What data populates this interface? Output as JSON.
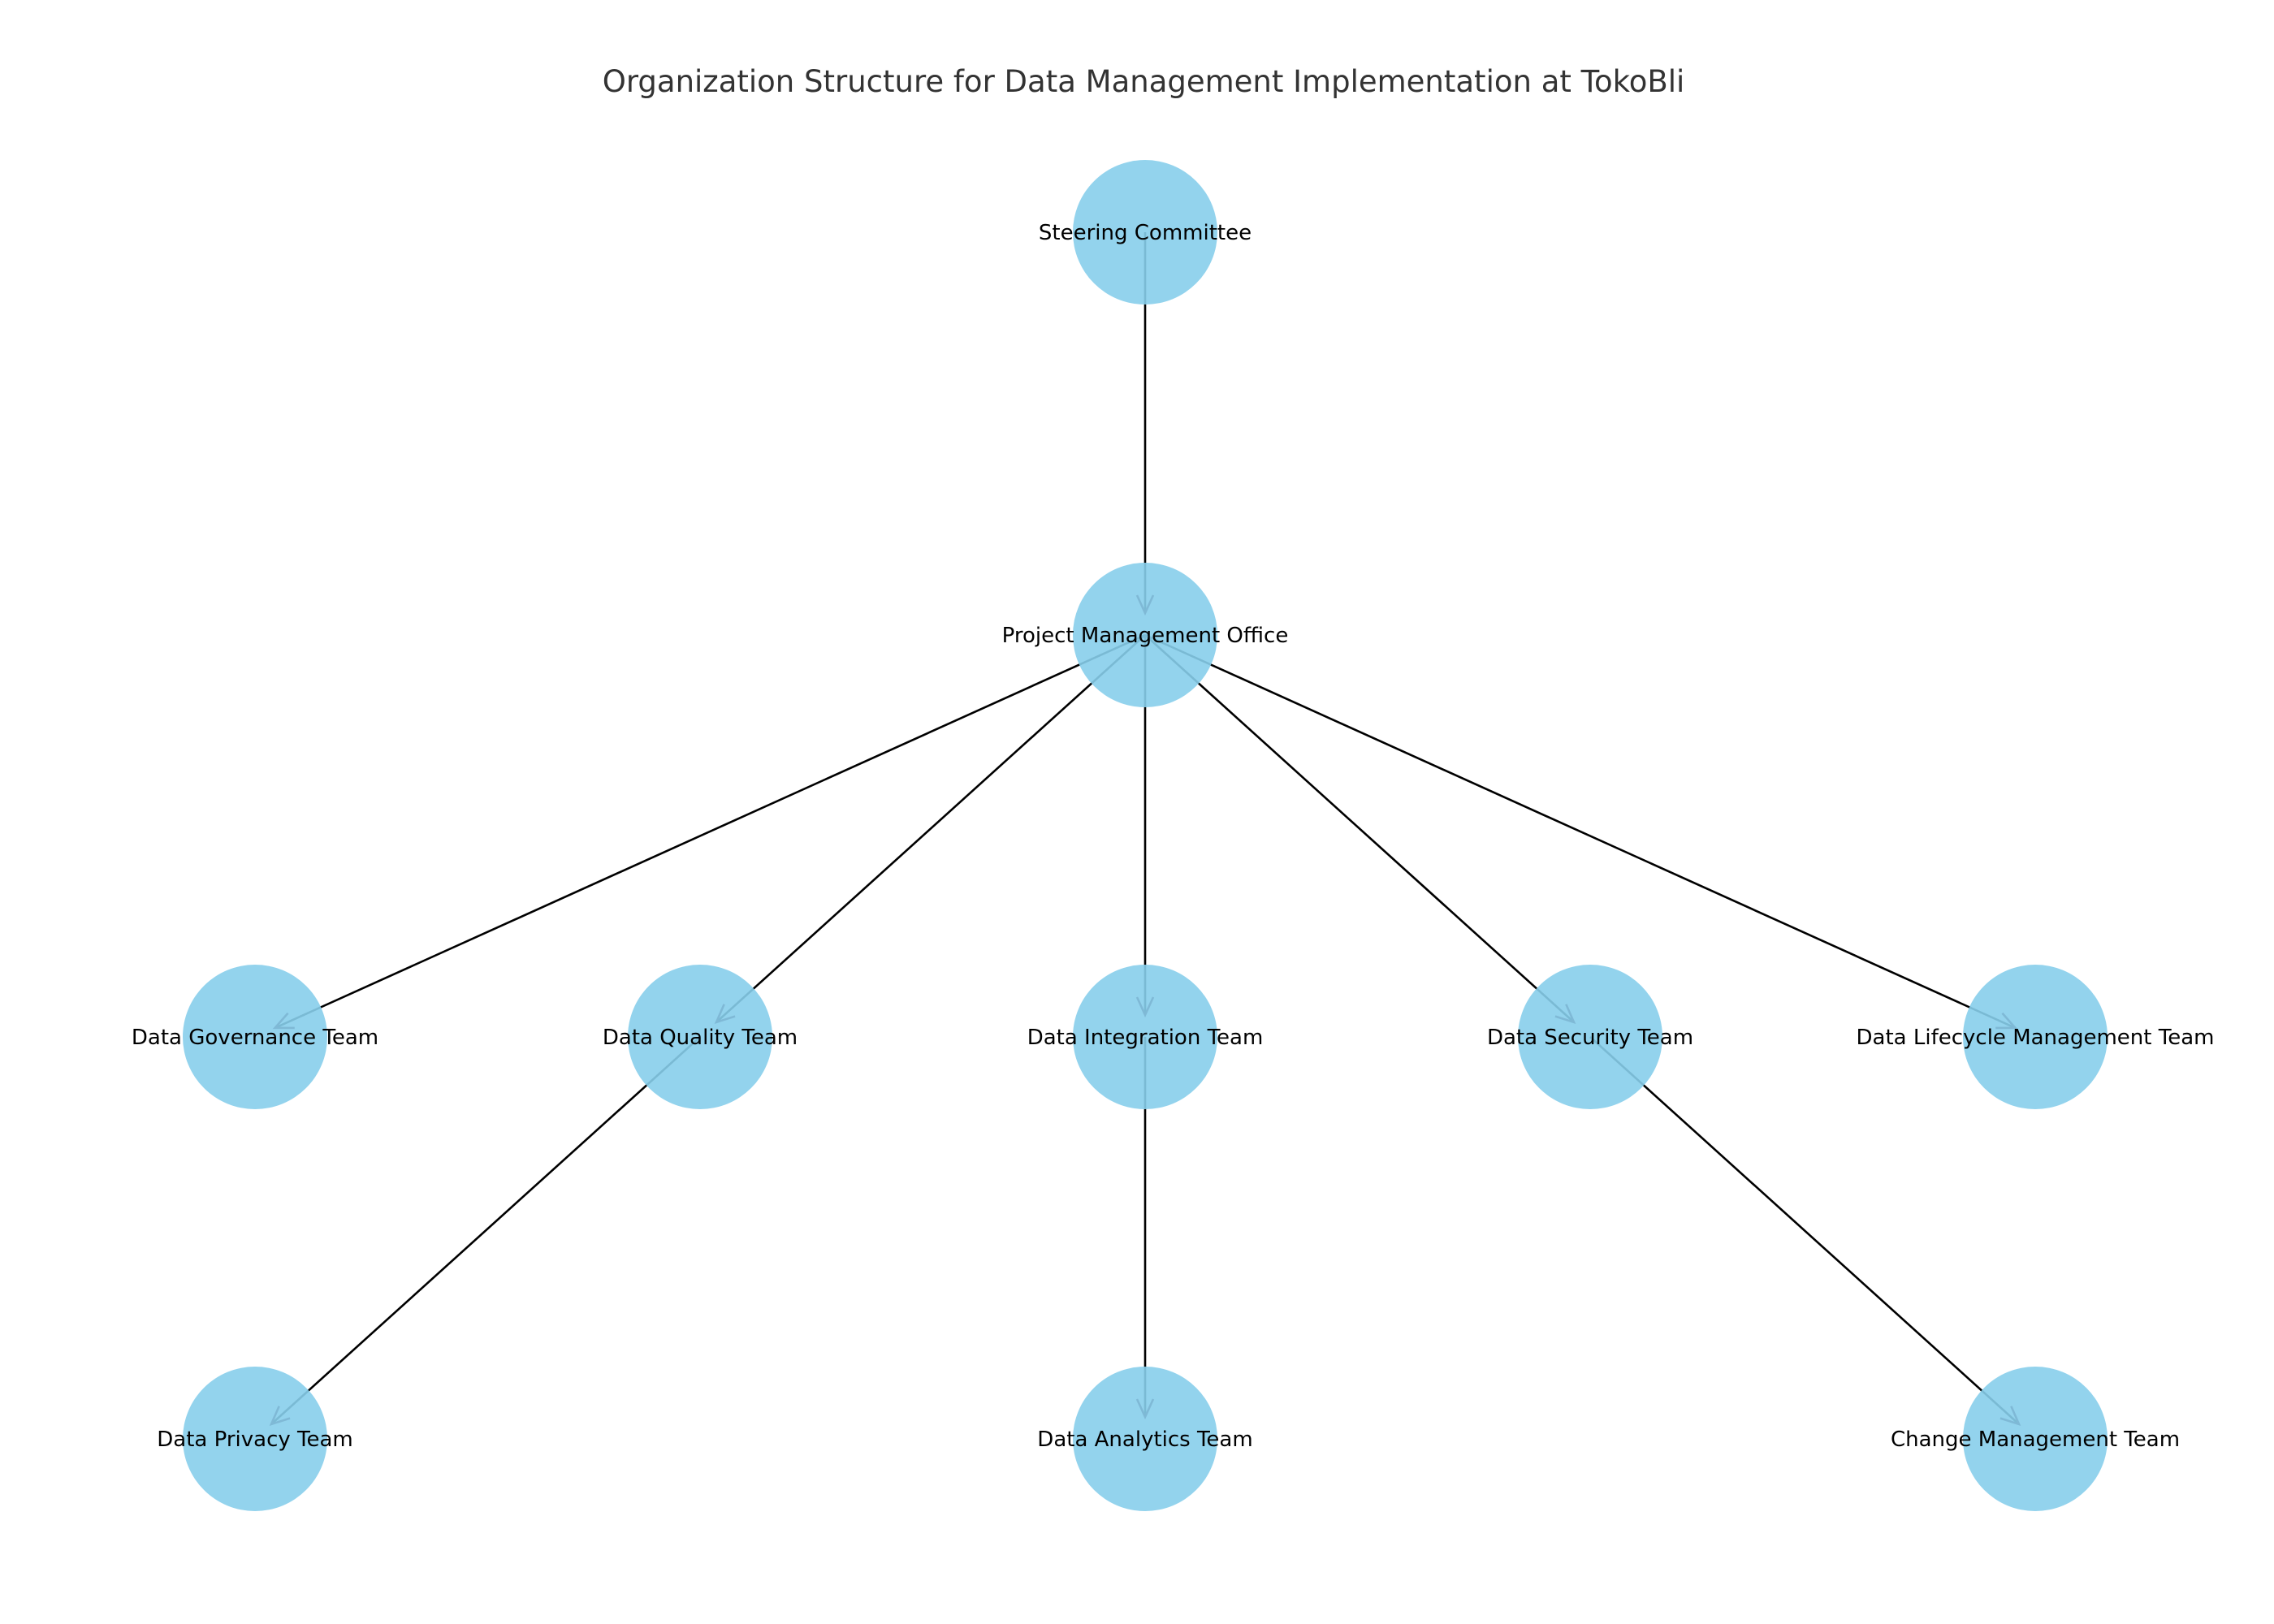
{
  "title": "Organization Structure for Data Management Implementation at TokoBli",
  "colors": {
    "node_fill": "#87ceeb",
    "edge": "#000000",
    "arrow": "#7fb9d6",
    "title": "#333333"
  },
  "nodes": [
    {
      "id": "steering",
      "label": "Steering Committee",
      "level": 0,
      "column": 2
    },
    {
      "id": "pmo",
      "label": "Project Management Office",
      "level": 1,
      "column": 2
    },
    {
      "id": "governance",
      "label": "Data Governance Team",
      "level": 2,
      "column": 0
    },
    {
      "id": "quality",
      "label": "Data Quality Team",
      "level": 2,
      "column": 1
    },
    {
      "id": "integration",
      "label": "Data Integration Team",
      "level": 2,
      "column": 2
    },
    {
      "id": "security",
      "label": "Data Security Team",
      "level": 2,
      "column": 3
    },
    {
      "id": "lifecycle",
      "label": "Data Lifecycle Management Team",
      "level": 2,
      "column": 4
    },
    {
      "id": "privacy",
      "label": "Data Privacy Team",
      "level": 3,
      "column": 0
    },
    {
      "id": "analytics",
      "label": "Data Analytics Team",
      "level": 3,
      "column": 2
    },
    {
      "id": "change",
      "label": "Change Management Team",
      "level": 3,
      "column": 4
    }
  ],
  "edges": [
    {
      "from": "steering",
      "to": "pmo"
    },
    {
      "from": "pmo",
      "to": "governance"
    },
    {
      "from": "pmo",
      "to": "quality"
    },
    {
      "from": "pmo",
      "to": "integration"
    },
    {
      "from": "pmo",
      "to": "security"
    },
    {
      "from": "pmo",
      "to": "lifecycle"
    },
    {
      "from": "quality",
      "to": "privacy"
    },
    {
      "from": "integration",
      "to": "analytics"
    },
    {
      "from": "security",
      "to": "change"
    }
  ]
}
